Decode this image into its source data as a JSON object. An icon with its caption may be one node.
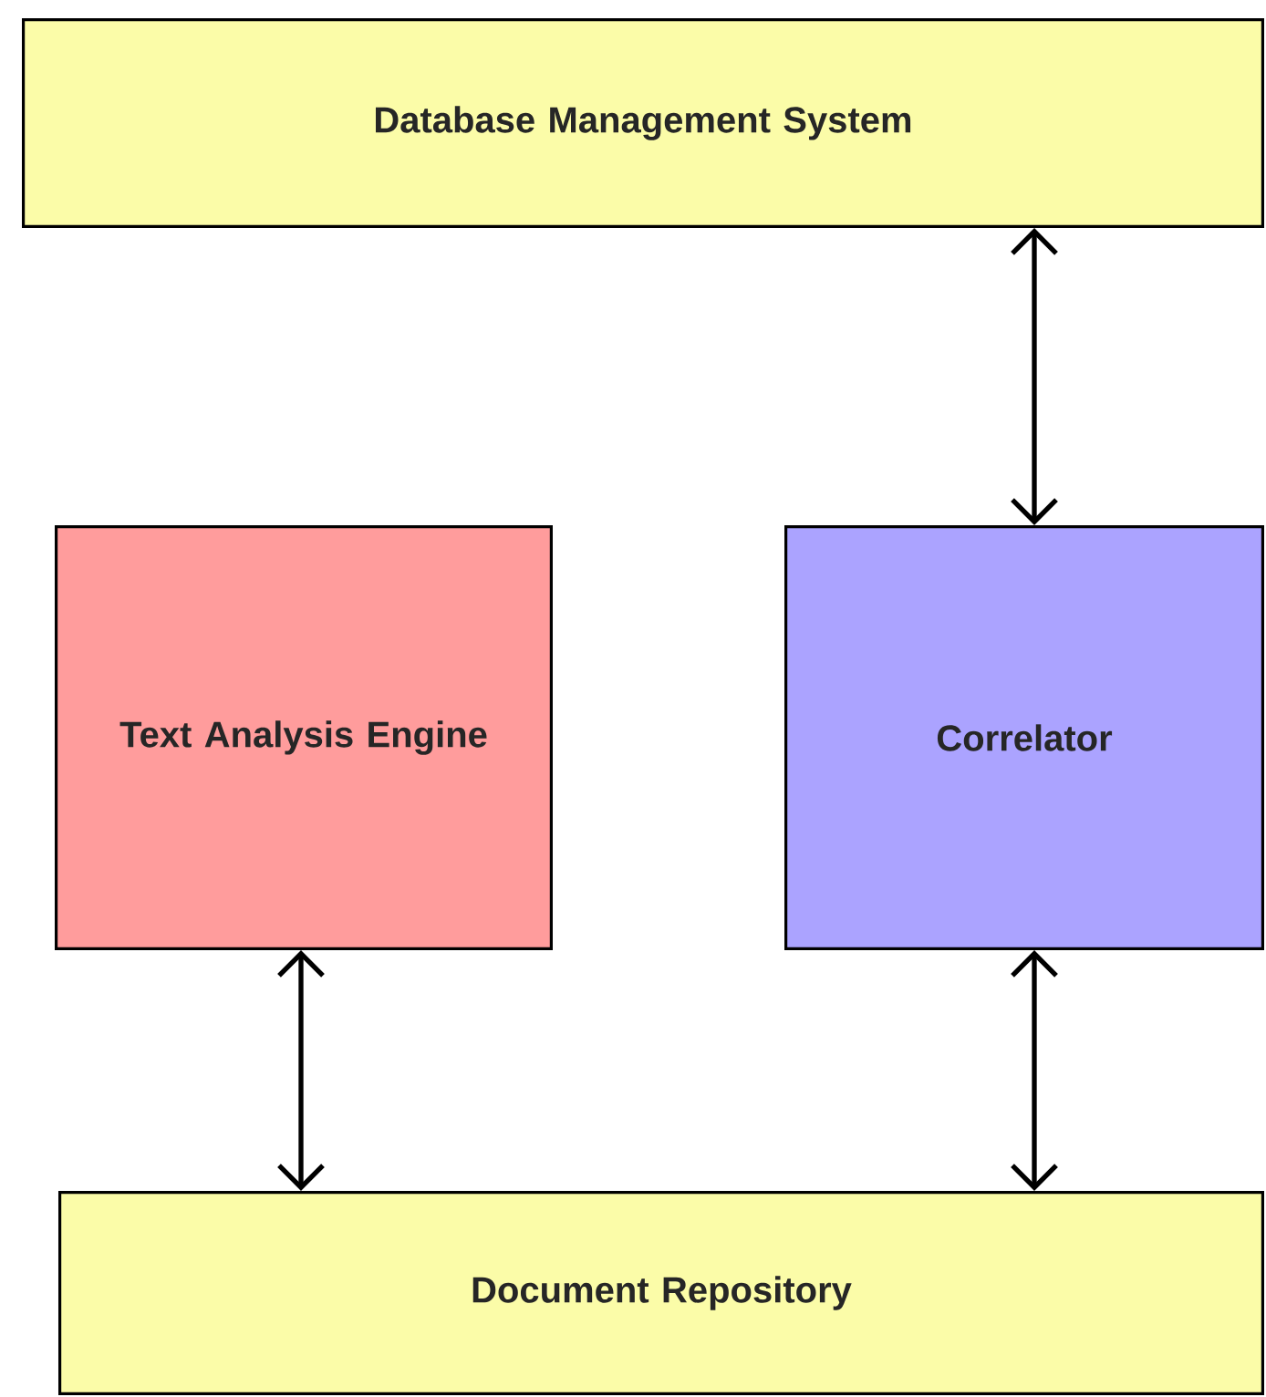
{
  "diagram": {
    "nodes": [
      {
        "text": [
          "Database Management System"
        ]
      },
      {
        "text": [
          "Text Analysis Engine"
        ]
      },
      {
        "text": [
          "Correlator"
        ]
      },
      {
        "text": [
          "Document Repository"
        ]
      }
    ],
    "edges": [
      {
        "from": 2,
        "to": 0,
        "arrow": "both"
      },
      {
        "from": 1,
        "to": 3,
        "arrow": "both"
      },
      {
        "from": 2,
        "to": 3,
        "arrow": "both"
      }
    ]
  }
}
